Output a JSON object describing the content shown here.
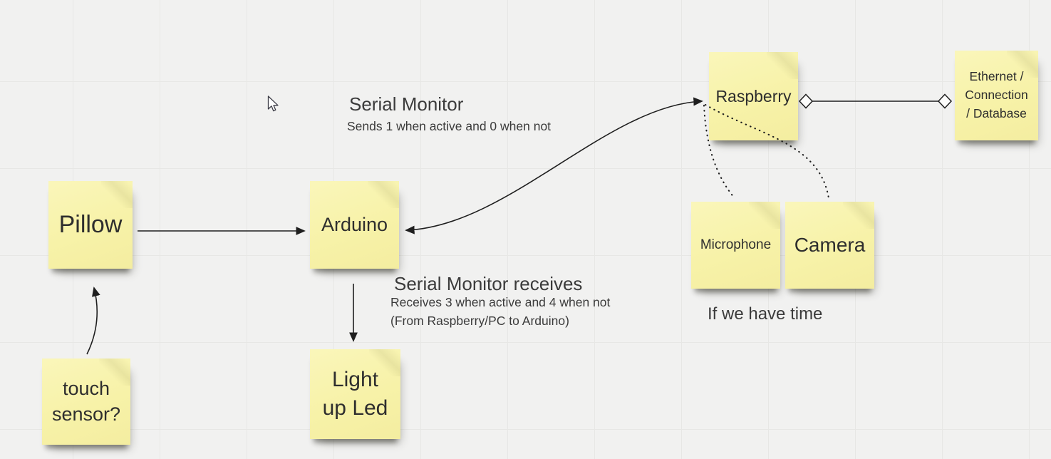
{
  "canvas": {
    "background_color": "#f1f1f0",
    "grid_color": "#e7e7e5",
    "note_color": "#f7f2a8",
    "note_text_color": "#2e2e2e",
    "connector_color": "#1f1f1f"
  },
  "notes": [
    {
      "id": "pillow",
      "label": "Pillow",
      "lines": [
        "Pillow"
      ]
    },
    {
      "id": "arduino",
      "label": "Arduino",
      "lines": [
        "Arduino"
      ]
    },
    {
      "id": "touch-sensor",
      "label": "touch sensor?",
      "lines": [
        "touch",
        "sensor?"
      ]
    },
    {
      "id": "light-up-led",
      "label": "Light up Led",
      "lines": [
        "Light",
        "up Led"
      ]
    },
    {
      "id": "raspberry",
      "label": "Raspberry",
      "lines": [
        "Raspberry"
      ]
    },
    {
      "id": "microphone",
      "label": "Microphone",
      "lines": [
        "Microphone"
      ]
    },
    {
      "id": "camera",
      "label": "Camera",
      "lines": [
        "Camera"
      ]
    },
    {
      "id": "ethernet",
      "label": "Ethernet / Connection / Database",
      "lines": [
        "Ethernet /",
        "Connection",
        "/ Database"
      ]
    }
  ],
  "annotations": {
    "serial_monitor_title": "Serial Monitor",
    "serial_monitor_sub": "Sends 1 when active and 0 when not",
    "serial_receives_title": "Serial Monitor receives",
    "serial_receives_sub1": "Receives 3 when active and 4 when not",
    "serial_receives_sub2": "(From Raspberry/PC to Arduino)",
    "if_we_have_time": "If we have time"
  },
  "connectors": [
    {
      "id": "pillow-to-arduino",
      "style": "solid",
      "arrows": "end"
    },
    {
      "id": "arduino-to-led",
      "style": "solid",
      "arrows": "end"
    },
    {
      "id": "touch-to-pillow",
      "style": "solid",
      "arrows": "end"
    },
    {
      "id": "arduino-raspberry",
      "style": "solid",
      "arrows": "both"
    },
    {
      "id": "raspberry-ethernet",
      "style": "solid",
      "arrows": "diamond-both"
    },
    {
      "id": "raspberry-microphone",
      "style": "dotted",
      "arrows": "none"
    },
    {
      "id": "raspberry-camera",
      "style": "dotted",
      "arrows": "none"
    }
  ]
}
